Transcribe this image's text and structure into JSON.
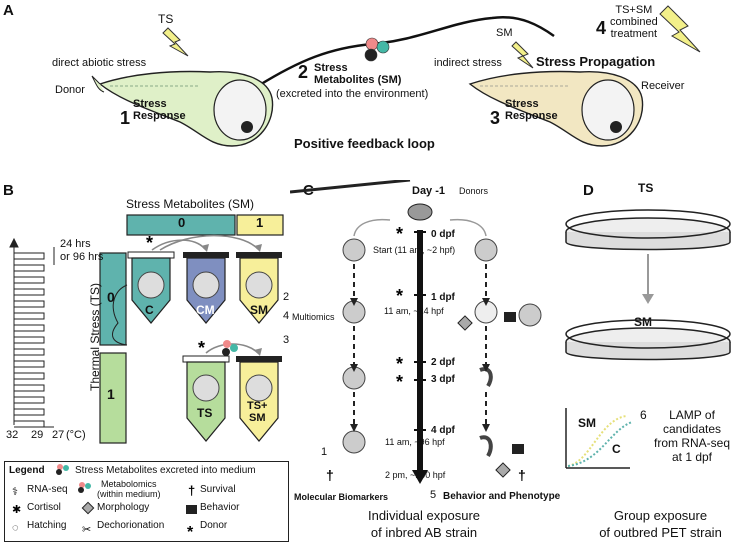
{
  "panel_a": {
    "letter": "A",
    "ts": "TS",
    "direct_stress": "direct abiotic stress",
    "donor": "Donor",
    "stress_response_1_num": "1",
    "stress_response_1": "Stress\nResponse",
    "sm_num": "2",
    "sm_title": "Stress\nMetabolites (SM)",
    "sm_sub": "(excreted into the environment)",
    "sm_small": "SM",
    "indirect_stress": "indirect stress",
    "stress_propagation": "Stress Propagation",
    "combined_num": "4",
    "combined": "TS+SM\ncombined\ntreatment",
    "receiver": "Receiver",
    "stress_response_3_num": "3",
    "stress_response_3": "Stress\nResponse",
    "feedback": "Positive feedback loop"
  },
  "panel_b": {
    "letter": "B",
    "sm_header": "Stress Metabolites (SM)",
    "sm_0": "0",
    "sm_1": "1",
    "duration": "24 hrs\nor 96 hrs",
    "ts_axis": "Thermal Stress (TS)",
    "ts_0": "0",
    "ts_1": "1",
    "tubes": [
      "C",
      "CM",
      "SM",
      "TS",
      "TS+\nSM"
    ],
    "temps": [
      "32",
      "29",
      "27",
      "(°C)"
    ],
    "num_2": "2",
    "num_3": "3",
    "num_4": "4",
    "multiomics": "Multiomics"
  },
  "panel_c": {
    "letter": "C",
    "day_minus1": "Day -1",
    "donors": "Donors",
    "t0": "0 dpf",
    "start": "Start (11 am, ~2 hpf)",
    "t1": "1 dpf",
    "t1_sub": "11 am, ~24 hpf",
    "t2": "2 dpf",
    "t3": "3 dpf",
    "t4": "4 dpf",
    "t4_sub": "11 am, ~96 hpf",
    "end_sub": "2 pm, ~100 hpf",
    "num_1": "1",
    "num_5": "5",
    "molecular": "Molecular Biomarkers",
    "behavior": "Behavior and Phenotype",
    "caption": "Individual exposure\nof inbred AB strain"
  },
  "panel_d": {
    "letter": "D",
    "ts": "TS",
    "sm": "SM",
    "num_6": "6",
    "lamp": "LAMP of\ncandidates\nfrom RNA-seq\nat 1 dpf",
    "plot_sm": "SM",
    "plot_c": "C",
    "caption": "Group exposure\nof outbred PET strain"
  },
  "legend": {
    "title": "Legend",
    "sm_excreted": "Stress Metabolites excreted into medium",
    "rnaseq": "RNA-seq",
    "metabolomics": "Metabolomics\n(within medium)",
    "survival": "Survival",
    "cortisol": "Cortisol",
    "morphology": "Morphology",
    "behavior": "Behavior",
    "hatching": "Hatching",
    "dechorionation": "Dechorionation",
    "donor": "Donor"
  },
  "colors": {
    "teal": "#5fb3ad",
    "yellow": "#f7ef9a",
    "green": "#b6dd9c",
    "blue": "#7f8fc0",
    "lightning": "#f3f08a"
  }
}
